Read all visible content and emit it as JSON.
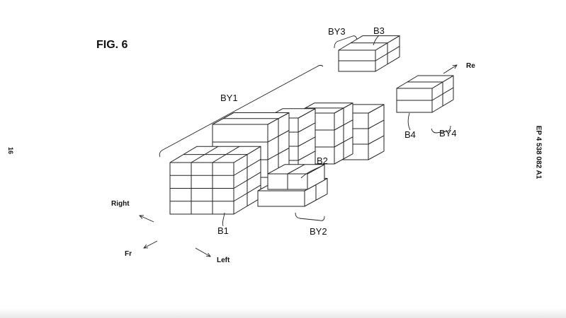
{
  "figure": {
    "title": "FIG. 6"
  },
  "page": {
    "page_number": "16",
    "publication_number": "EP 4 538 082 A1"
  },
  "labels": {
    "b1": "B1",
    "b2": "B2",
    "b3": "B3",
    "b4": "B4",
    "by1": "BY1",
    "by2": "BY2",
    "by3": "BY3",
    "by4": "BY4"
  },
  "directions": {
    "right": "Right",
    "front": "Fr",
    "left": "Left",
    "rear": "Re"
  },
  "colors": {
    "line": "#222222",
    "face": "#ffffff"
  }
}
